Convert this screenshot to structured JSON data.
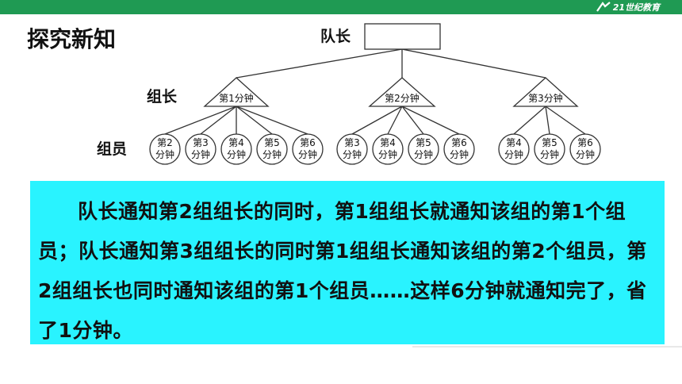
{
  "header": {
    "logo_text": "21世纪教育",
    "bar_color": "#1f9a53"
  },
  "title": "探究新知",
  "diagram": {
    "leader_label": "队长",
    "group_leader_label": "组长",
    "member_label": "组员",
    "leader_box_text": "",
    "groups": [
      {
        "node": [
          "第1分钟"
        ],
        "members": [
          [
            "第2",
            "分钟"
          ],
          [
            "第3",
            "分钟"
          ],
          [
            "第4",
            "分钟"
          ],
          [
            "第5",
            "分钟"
          ],
          [
            "第6",
            "分钟"
          ]
        ]
      },
      {
        "node": [
          "第2分钟"
        ],
        "members": [
          [
            "第3",
            "分钟"
          ],
          [
            "第4",
            "分钟"
          ],
          [
            "第5",
            "分钟"
          ],
          [
            "第6",
            "分钟"
          ]
        ]
      },
      {
        "node": [
          "第3分钟"
        ],
        "members": [
          [
            "第4",
            "分钟"
          ],
          [
            "第5",
            "分钟"
          ],
          [
            "第6",
            "分钟"
          ]
        ]
      }
    ]
  },
  "explanation": {
    "text": "队长通知第2组组长的同时，第1组组长就通知该组的第1个组员；队长通知第3组组长的同时第1组组长通知该组的第2个组员，第2组组长也同时通知该组的第1个组员……这样6分钟就通知完了，省了1分钟。",
    "background": "#29f3ff"
  }
}
